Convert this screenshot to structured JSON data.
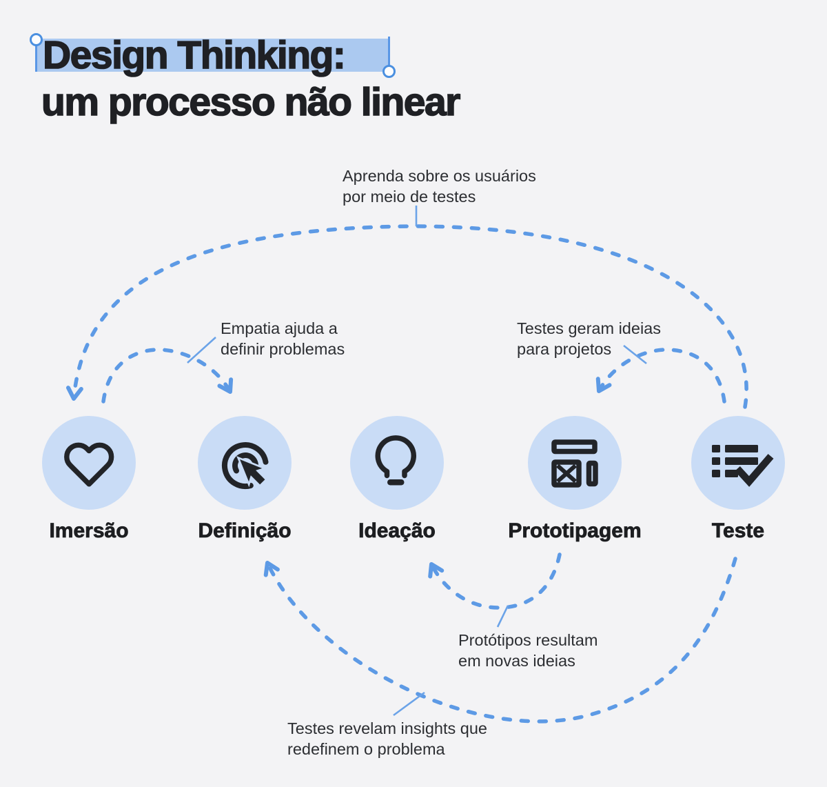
{
  "title": {
    "line1": "Design Thinking:",
    "line2": "um processo não linear"
  },
  "stages": [
    {
      "label": "Imersão",
      "icon": "heart-icon"
    },
    {
      "label": "Definição",
      "icon": "click-target-icon"
    },
    {
      "label": "Ideação",
      "icon": "lightbulb-icon"
    },
    {
      "label": "Prototipagem",
      "icon": "wireframe-icon"
    },
    {
      "label": "Teste",
      "icon": "checklist-icon"
    }
  ],
  "annotations": [
    {
      "id": "aprenda",
      "text": "Aprenda sobre os usuários\npor meio de testes"
    },
    {
      "id": "empatia",
      "text": "Empatia ajuda a\ndefinir problemas"
    },
    {
      "id": "testes-geram",
      "text": "Testes geram ideias\npara projetos"
    },
    {
      "id": "prototipos",
      "text": "Protótipos resultam\nem novas ideias"
    },
    {
      "id": "testes-revelam",
      "text": "Testes revelam insights que\nredefinem o problema"
    }
  ],
  "flows": [
    {
      "from": "Teste",
      "to": "Imersão",
      "note": "Aprenda sobre os usuários por meio de testes"
    },
    {
      "from": "Imersão",
      "to": "Definição",
      "note": "Empatia ajuda a definir problemas"
    },
    {
      "from": "Teste",
      "to": "Prototipagem",
      "note": "Testes geram ideias para projetos"
    },
    {
      "from": "Prototipagem",
      "to": "Ideação",
      "note": "Protótipos resultam em novas ideias"
    },
    {
      "from": "Teste",
      "to": "Definição",
      "note": "Testes revelam insights que redefinem o problema"
    }
  ],
  "colors": {
    "background": "#f3f3f5",
    "circle_fill": "#c9dcf6",
    "icon_ink": "#222428",
    "arrow_blue": "#5d9ae5",
    "highlight_blue": "#abc9f0",
    "handle_blue": "#4a8fe0",
    "title_ink": "#1f2024",
    "annotation_ink": "#2c2e32"
  }
}
